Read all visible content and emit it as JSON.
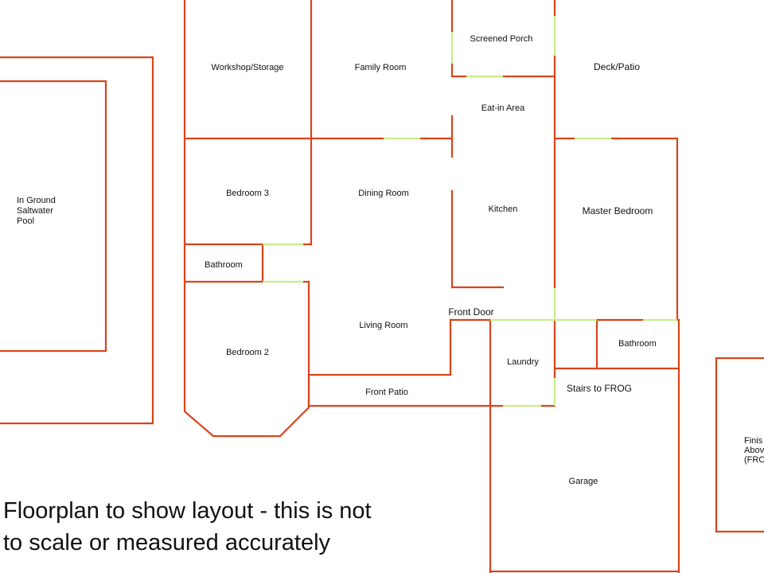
{
  "rooms": {
    "workshop": "Workshop/Storage",
    "family_room": "Family Room",
    "screened_porch": "Screened Porch",
    "deck_patio": "Deck/Patio",
    "eat_in": "Eat-in Area",
    "bedroom3": "Bedroom 3",
    "dining_room": "Dining Room",
    "kitchen": "Kitchen",
    "master_bedroom": "Master Bedroom",
    "bathroom_left": "Bathroom",
    "front_door": "Front Door",
    "living_room": "Living Room",
    "bedroom2": "Bedroom 2",
    "laundry": "Laundry",
    "bathroom_right": "Bathroom",
    "stairs": "Stairs to FROG",
    "front_patio": "Front Patio",
    "garage": "Garage"
  },
  "pool": {
    "line1": "In Ground",
    "line2": "Saltwater",
    "line3": "Pool"
  },
  "frog_partial": {
    "line1": "Finis",
    "line2": "Abov",
    "line3": "(FRO"
  },
  "note": {
    "line1": "Floorplan to show layout - this is not",
    "line2": "to scale or measured accurately"
  },
  "colors": {
    "wall": "#d9441a",
    "door_opening": "#c7ef8a"
  }
}
